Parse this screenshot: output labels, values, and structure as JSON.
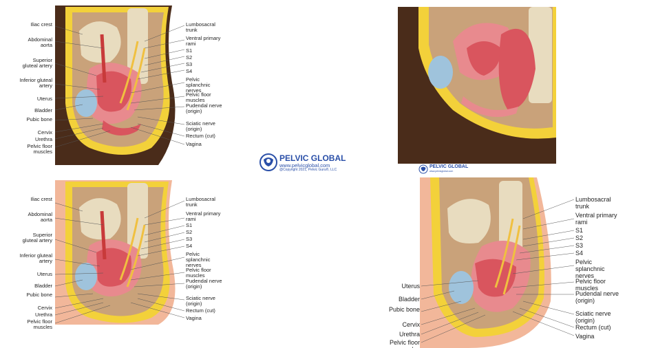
{
  "logo": {
    "name": "PELVIC GLOBAL",
    "url": "www.pelvicglobal.com",
    "copyright": "@Copyright 2021, Pelvic Guru®, LLC"
  },
  "labels": {
    "iliac_crest": "Iliac crest",
    "abdominal_aorta": "Abdominal aorta",
    "superior_gluteal_artery": "Superior gluteal artery",
    "inferior_gluteal_artery": "Inferior gluteal artery",
    "uterus": "Uterus",
    "bladder": "Bladder",
    "pubic_bone": "Pubic bone",
    "cervix": "Cervix",
    "urethra": "Urethra",
    "pelvic_floor_muscles": "Pelvic floor muscles",
    "lumbosacral_trunk": "Lumbosacral trunk",
    "ventral_primary_rami": "Ventral primary rami",
    "s1": "S1",
    "s2": "S2",
    "s3": "S3",
    "s4": "S4",
    "pelvic_splanchnic_nerves": "Pelvic splanchnic nerves",
    "pelvic_floor_muscles_r": "Pelvic floor muscles",
    "pudendal_nerve": "Pudendal nerve (origin)",
    "sciatic_nerve": "Sciatic nerve (origin)",
    "rectum_cut": "Rectum (cut)",
    "vagina": "Vagina"
  },
  "colors": {
    "skin_dark": "#4a2c1a",
    "skin_light": "#f2b79a",
    "fat": "#f3d13a",
    "muscle": "#d9555e",
    "bone": "#e8dcbf",
    "bladder": "#9fc3dc",
    "brand": "#2a4fa8"
  }
}
